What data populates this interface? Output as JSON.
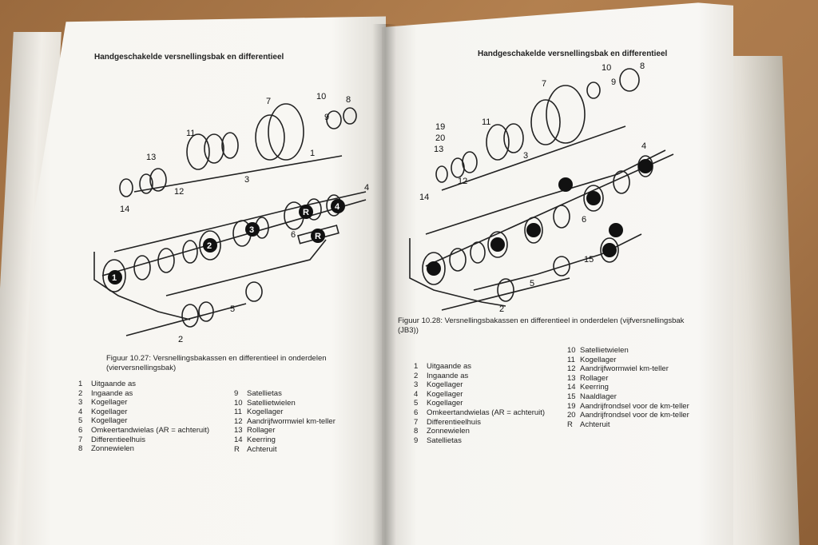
{
  "left_page": {
    "header": "Handgeschakelde versnellingsbak en differentieel",
    "caption_line1": "Figuur 10.27: Versnellingsbakassen en differentieel in onderdelen",
    "caption_line2": "(vierversnellingsbak)",
    "diagram_labels": [
      "7",
      "10",
      "9",
      "8",
      "11",
      "1",
      "13",
      "3",
      "12",
      "14",
      "6",
      "R",
      "R",
      "4",
      "3",
      "2",
      "1",
      "5",
      "2"
    ],
    "legend_col1": [
      {
        "n": "1",
        "t": "Uitgaande as"
      },
      {
        "n": "2",
        "t": "Ingaande as"
      },
      {
        "n": "3",
        "t": "Kogellager"
      },
      {
        "n": "4",
        "t": "Kogellager"
      },
      {
        "n": "5",
        "t": "Kogellager"
      },
      {
        "n": "6",
        "t": "Omkeertandwielas (AR = achteruit)"
      },
      {
        "n": "7",
        "t": "Differentieelhuis"
      },
      {
        "n": "8",
        "t": "Zonnewielen"
      }
    ],
    "legend_col2": [
      {
        "n": "9",
        "t": "Satellietas"
      },
      {
        "n": "10",
        "t": "Satellietwielen"
      },
      {
        "n": "11",
        "t": "Kogellager"
      },
      {
        "n": "12",
        "t": "Aandrijfwormwiel km-teller"
      },
      {
        "n": "13",
        "t": "Rollager"
      },
      {
        "n": "14",
        "t": "Keerring"
      },
      {
        "n": "R",
        "t": "Achteruit"
      }
    ]
  },
  "right_page": {
    "header": "Handgeschakelde versnellingsbak en differentieel",
    "caption_line1": "Figuur 10.28: Versnellingsbakassen en differentieel in onderdelen (vijfversnellingsbak",
    "caption_line2": "(JB3))",
    "legend_col1": [
      {
        "n": "1",
        "t": "Uitgaande as"
      },
      {
        "n": "2",
        "t": "Ingaande as"
      },
      {
        "n": "3",
        "t": "Kogellager"
      },
      {
        "n": "4",
        "t": "Kogellager"
      },
      {
        "n": "5",
        "t": "Kogellager"
      },
      {
        "n": "6",
        "t": "Omkeertandwielas (AR = achteruit)"
      },
      {
        "n": "7",
        "t": "Differentieelhuis"
      },
      {
        "n": "8",
        "t": "Zonnewielen"
      },
      {
        "n": "9",
        "t": "Satellietas"
      }
    ],
    "legend_col2": [
      {
        "n": "10",
        "t": "Satellietwielen"
      },
      {
        "n": "11",
        "t": "Kogellager"
      },
      {
        "n": "12",
        "t": "Aandrijfwormwiel km-teller"
      },
      {
        "n": "13",
        "t": "Rollager"
      },
      {
        "n": "14",
        "t": "Keerring"
      },
      {
        "n": "15",
        "t": "Naaldlager"
      },
      {
        "n": "19",
        "t": "Aandrijfrondsel voor de km-teller"
      },
      {
        "n": "20",
        "t": "Aandrijfrondsel voor de km-teller"
      },
      {
        "n": "R",
        "t": "Achteruit"
      }
    ]
  },
  "colors": {
    "page": "#f7f6f2",
    "ink": "#222222",
    "table": "#a8774a"
  }
}
